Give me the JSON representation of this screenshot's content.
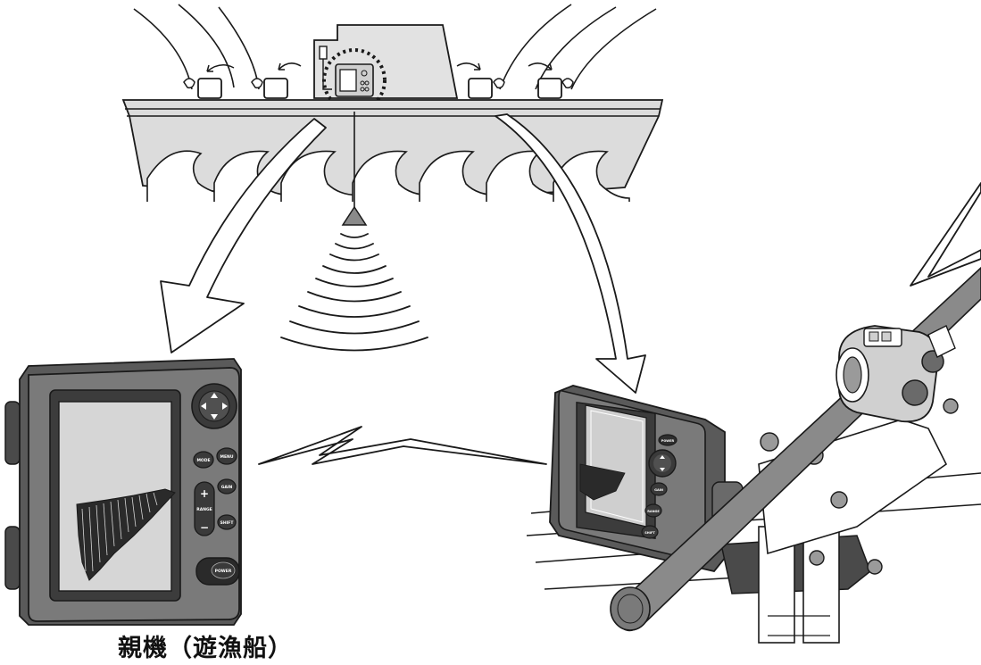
{
  "caption": "親機（遊漁船）",
  "parent_display": {
    "button_labels": [
      "MODE",
      "MENU",
      "GAIN",
      "RANGE",
      "SHIFT",
      "POWER"
    ]
  },
  "child_display": {
    "button_labels": [
      "POWER",
      "GAIN",
      "RANGE",
      "SHIFT"
    ]
  },
  "colors": {
    "outline": "#1a1a1a",
    "hull_fill": "#dcdcdc",
    "device_body": "#6e6e6e",
    "device_dark": "#3c3c3c",
    "screen_fill": "#cfcfcf",
    "rod_fill": "#8a8a8a"
  },
  "icons": [
    "arrow-icon",
    "signal-bolt-icon",
    "transducer-icon",
    "sonar-wave-icon"
  ]
}
